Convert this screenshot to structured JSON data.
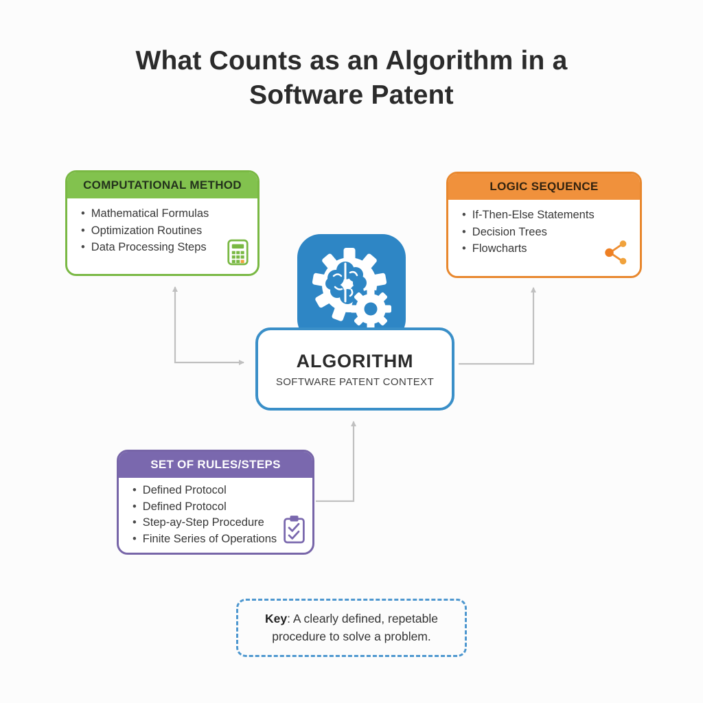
{
  "title": {
    "line1": "What Counts as an Algorithm in a",
    "line2": "Software Patent"
  },
  "categories": [
    {
      "label": "COMPUTATIONAL METHOD",
      "items": [
        "Mathematical Formulas",
        "Optimization Routines",
        "Data Processing Steps"
      ],
      "icon": "calculator-icon",
      "accent": "#79B843"
    },
    {
      "label": "LOGIC SEQUENCE",
      "items": [
        "If-Then-Else Statements",
        "Decision Trees",
        "Flowcharts"
      ],
      "icon": "share-icon",
      "accent": "#E8872D"
    },
    {
      "label": "SET OF RULES/STEPS",
      "items": [
        "Defined Protocol",
        "Defined Protocol",
        "Step-ay-Step Procedure",
        "Finite Series of Operations"
      ],
      "icon": "clipboard-icon",
      "accent": "#7A68AE"
    }
  ],
  "center": {
    "title": "ALGORITHM",
    "subtitle": "SOFTWARE PATENT CONTEXT",
    "icon": "brain-gear-icon",
    "accent": "#2E86C5"
  },
  "key_note": {
    "label": "Key",
    "separator": ": ",
    "text": "A clearly defined, repetable procedure to solve a problem."
  },
  "colors": {
    "green": "#79B843",
    "orange": "#E8872D",
    "purple": "#7A68AE",
    "blue": "#2E86C5",
    "arrow": "#C0C0C0",
    "key_border": "#4D97CF",
    "title_text": "#2B2B2B"
  }
}
